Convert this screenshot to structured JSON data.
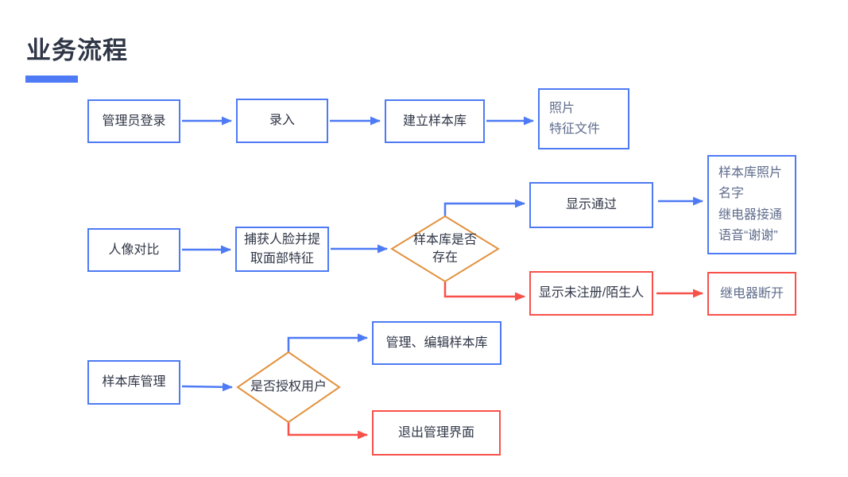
{
  "title": "业务流程",
  "colors": {
    "blue": "#4e7bf5",
    "orange": "#e3923f",
    "red": "#f8514a",
    "dark_text": "#2f3646",
    "muted_text": "#5f6c8c",
    "background": "#ffffff"
  },
  "diagram": {
    "nodes": {
      "admin_login": {
        "label": "管理员登录"
      },
      "entry": {
        "label": "录入"
      },
      "build_library": {
        "label": "建立样本库"
      },
      "photo_feature": {
        "label": "照片\n特征文件"
      },
      "portrait_compare": {
        "label": "人像对比"
      },
      "capture_face": {
        "label": "捕获人脸并提\n取面部特征"
      },
      "library_exists": {
        "label": "样本库是否\n存在"
      },
      "display_pass": {
        "label": "显示通过"
      },
      "pass_output": {
        "label": "样本库照片\n名字\n继电器接通\n语音“谢谢”"
      },
      "display_unregistered": {
        "label": "显示未注册/陌生人"
      },
      "relay_off": {
        "label": "继电器断开"
      },
      "library_manage": {
        "label": "样本库管理"
      },
      "authorized_user": {
        "label": "是否授权用户"
      },
      "manage_edit": {
        "label": "管理、编辑样本库"
      },
      "exit_manage": {
        "label": "退出管理界面"
      }
    },
    "edges": [
      {
        "from": "admin_login",
        "to": "entry",
        "color": "blue"
      },
      {
        "from": "entry",
        "to": "build_library",
        "color": "blue"
      },
      {
        "from": "build_library",
        "to": "photo_feature",
        "color": "blue"
      },
      {
        "from": "portrait_compare",
        "to": "capture_face",
        "color": "blue"
      },
      {
        "from": "capture_face",
        "to": "library_exists",
        "color": "blue"
      },
      {
        "from": "library_exists",
        "to": "display_pass",
        "color": "blue"
      },
      {
        "from": "display_pass",
        "to": "pass_output",
        "color": "blue"
      },
      {
        "from": "library_exists",
        "to": "display_unregistered",
        "color": "red"
      },
      {
        "from": "display_unregistered",
        "to": "relay_off",
        "color": "red"
      },
      {
        "from": "library_manage",
        "to": "authorized_user",
        "color": "blue"
      },
      {
        "from": "authorized_user",
        "to": "manage_edit",
        "color": "blue"
      },
      {
        "from": "authorized_user",
        "to": "exit_manage",
        "color": "red"
      }
    ]
  }
}
